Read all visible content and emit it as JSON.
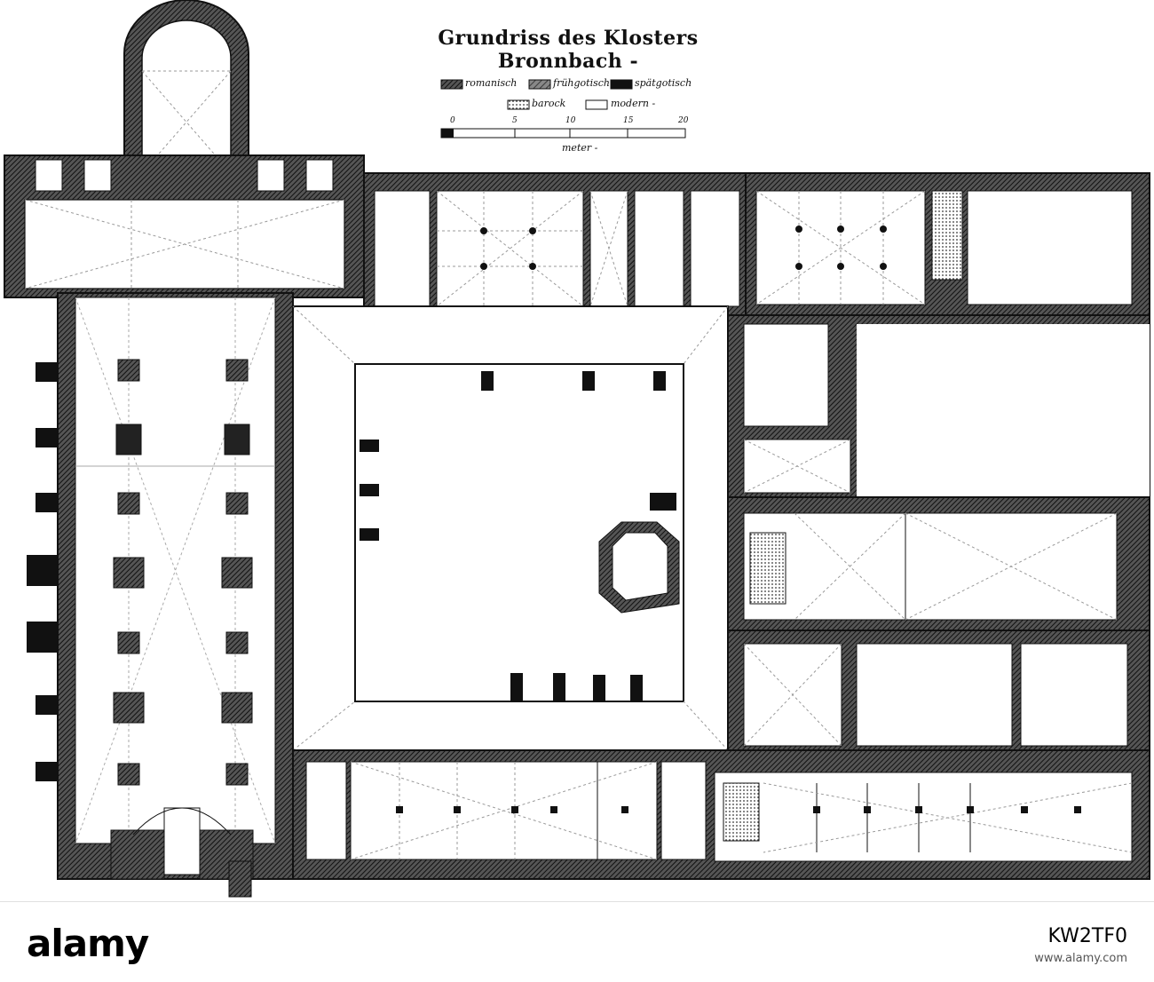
{
  "title": "Grundriss des Klosters Bronnbach -",
  "legend": {
    "items": [
      {
        "label": "romanisch",
        "fill": "hatch-dense"
      },
      {
        "label": "frühgotisch",
        "fill": "hatch-medium"
      },
      {
        "label": "spätgotisch",
        "fill": "solid-black"
      },
      {
        "label": "barock",
        "fill": "dots"
      },
      {
        "label": "modern -",
        "fill": "white"
      }
    ]
  },
  "scale": {
    "ticks": [
      "0",
      "5",
      "10",
      "15",
      "20"
    ],
    "unit": "meter -"
  },
  "footer": {
    "logo": "alamy",
    "image_id": "KW2TF0",
    "credit": "www.alamy.com"
  }
}
